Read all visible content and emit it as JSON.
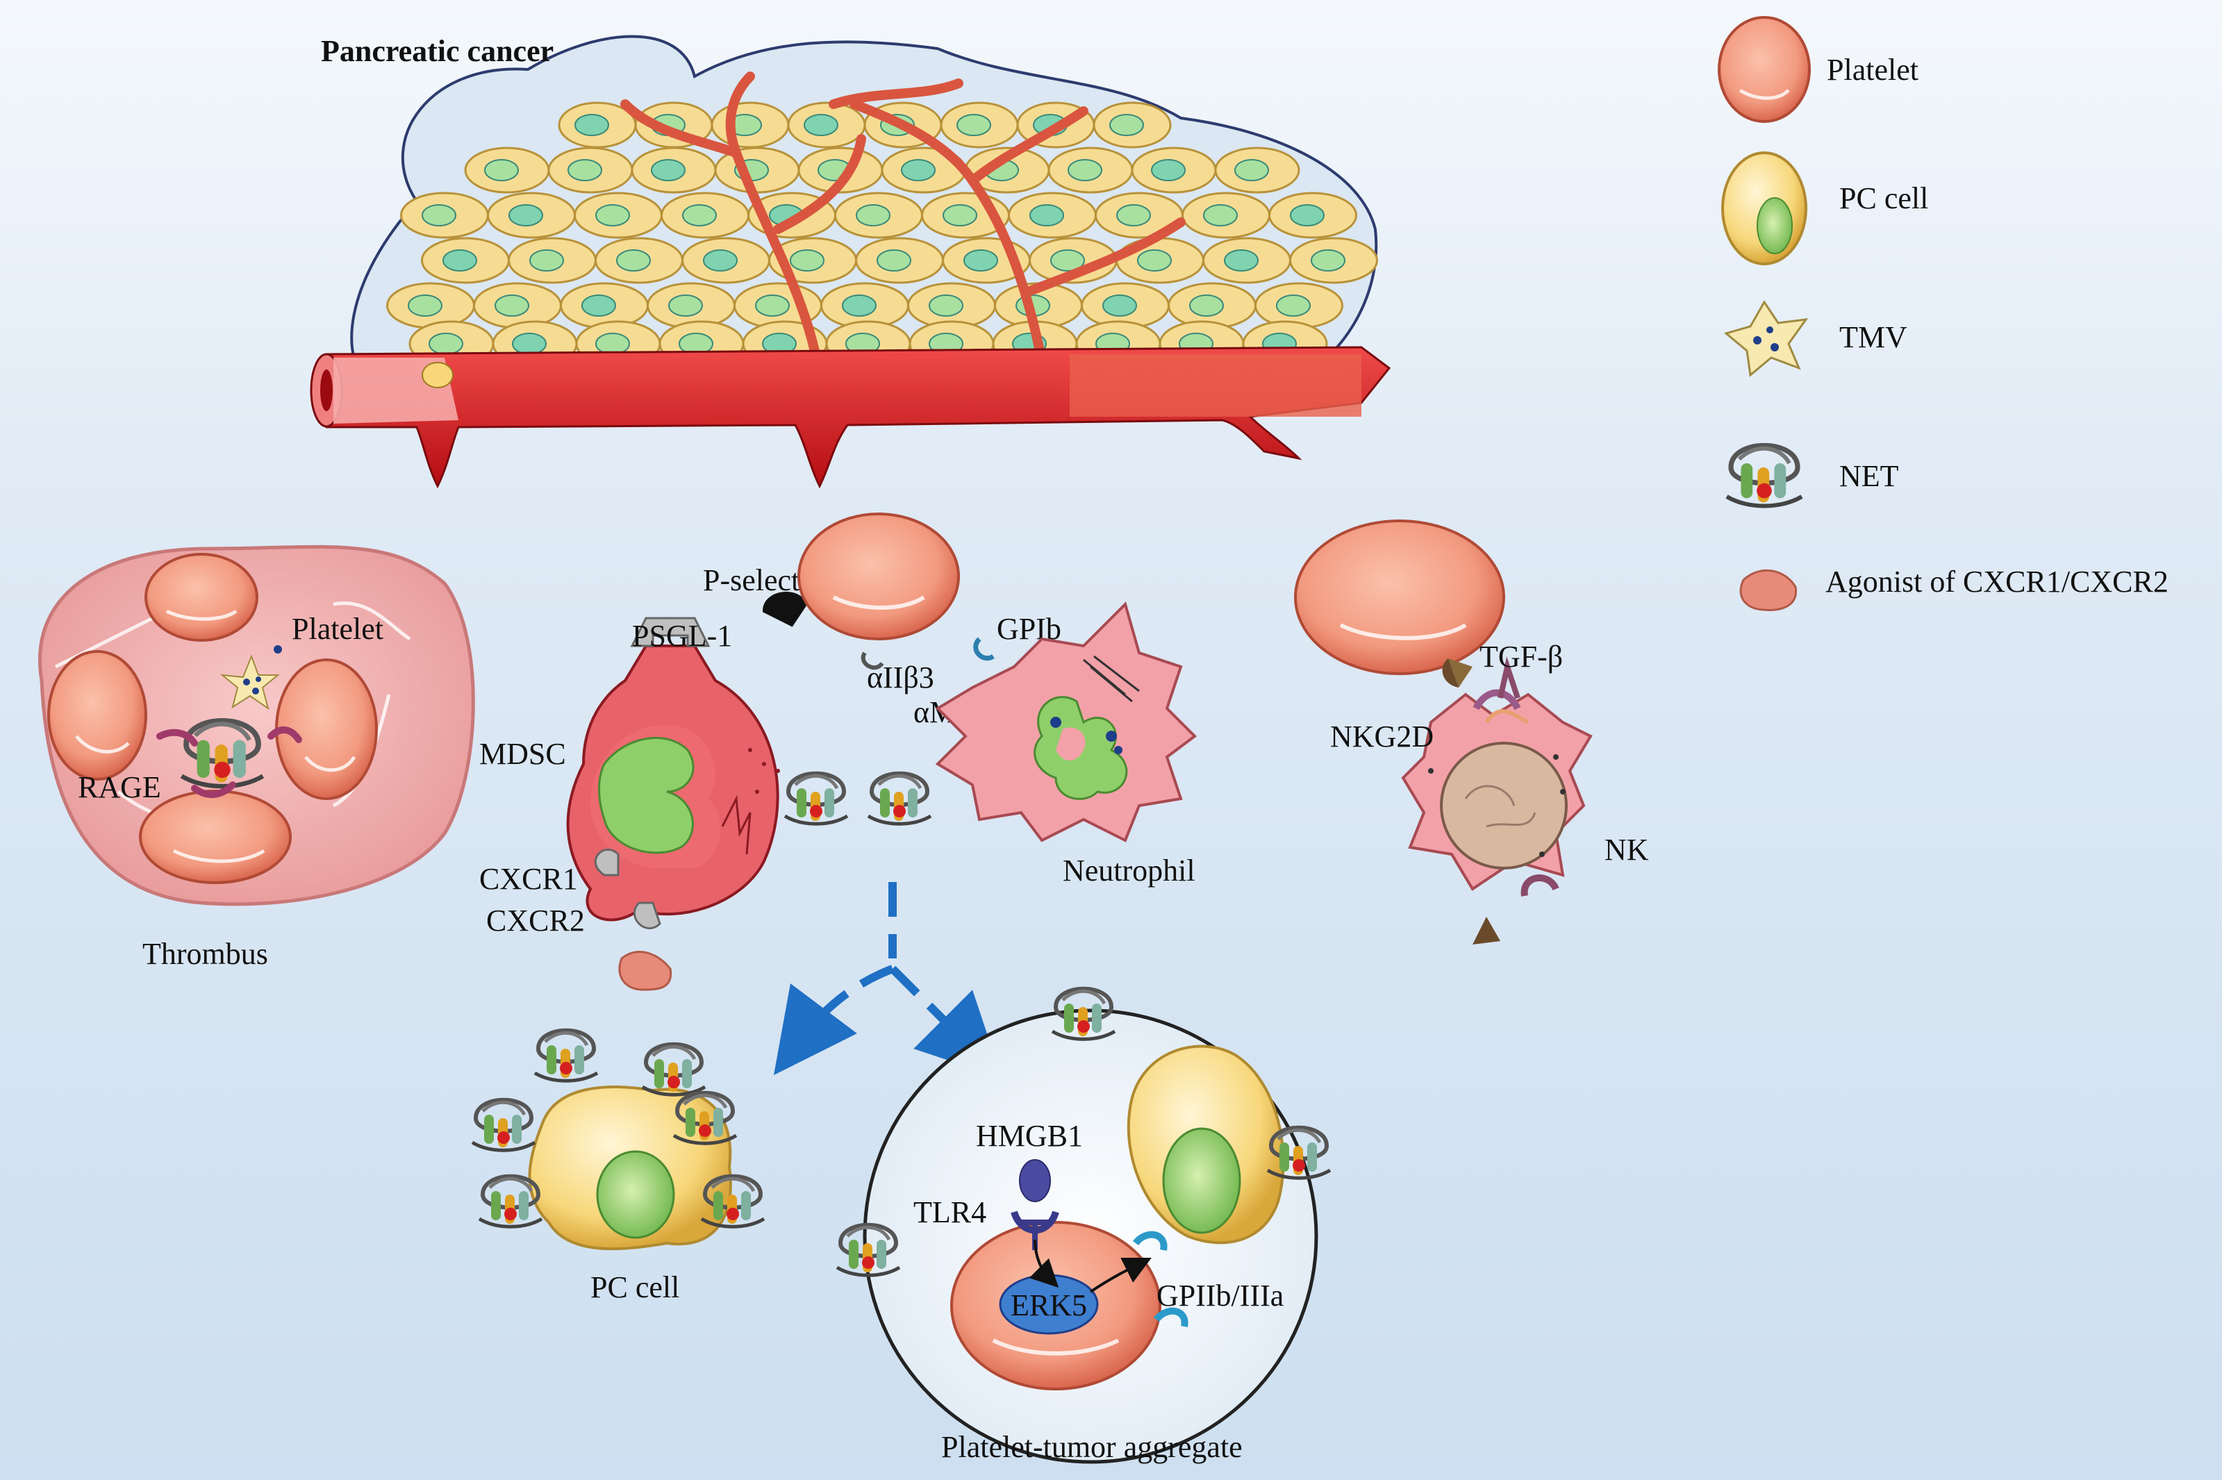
{
  "diagram": {
    "title": "Pancreatic cancer",
    "labels": {
      "thrombus": "Thrombus",
      "thrombus_platelet": "Platelet",
      "rage": "RAGE",
      "p_selectin": "P-selectin",
      "psgl1": "PSGL-1",
      "mdsc": "MDSC",
      "cxcr1": "CXCR1",
      "cxcr2": "CXCR2",
      "aiib3": "αIIβ3",
      "gpib": "GPIb",
      "am2": "αMβ2",
      "neutrophil": "Neutrophil",
      "tgfb": "TGF-β",
      "nkg2d": "NKG2D",
      "nk": "NK",
      "pc_cell": "PC cell",
      "hmgb1": "HMGB1",
      "tlr4": "TLR4",
      "erk5": "ERK5",
      "gpiibiiia": "GPIIb/IIIa",
      "aggregate": "Platelet-tumor aggregate"
    }
  },
  "legend": [
    {
      "icon": "platelet-icon",
      "label": "Platelet"
    },
    {
      "icon": "pc-cell-icon",
      "label": "PC cell"
    },
    {
      "icon": "tmv-icon",
      "label": "TMV"
    },
    {
      "icon": "net-icon",
      "label": "NET"
    },
    {
      "icon": "agonist-icon",
      "label": "Agonist of CXCR1/CXCR2"
    }
  ],
  "colors": {
    "platelet": "#f2a088",
    "platelet_rim": "#c95a44",
    "pc_cell": "#f7d77a",
    "nucleus": "#8fcf6a",
    "vessel": "#d8141a",
    "thrombus": "#f0b2b2",
    "neutrophil": "#f3a1a8",
    "mdsc": "#e8626a",
    "arrow": "#1f6fc4",
    "erk5": "#3f7fd0"
  }
}
